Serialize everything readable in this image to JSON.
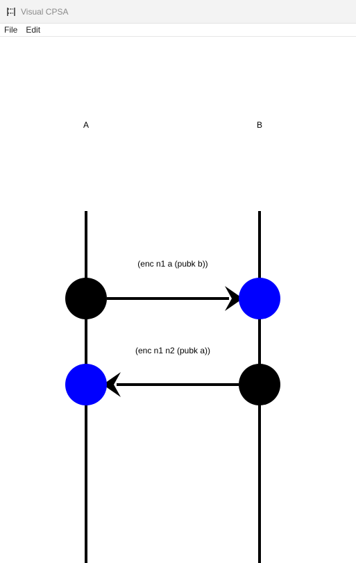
{
  "window": {
    "title": "Visual CPSA",
    "icon": "cpsa-app-icon"
  },
  "menu": {
    "items": [
      "File",
      "Edit"
    ]
  },
  "diagram": {
    "roles": [
      "A",
      "B"
    ],
    "messages": [
      {
        "label": "(enc n1 a (pubk b))",
        "from": "A",
        "to": "B"
      },
      {
        "label": "(enc n1 n2 (pubk a))",
        "from": "B",
        "to": "A"
      }
    ],
    "colors": {
      "send_node": "#000000",
      "receive_node": "#0000ff",
      "strand_line": "#000000"
    }
  }
}
